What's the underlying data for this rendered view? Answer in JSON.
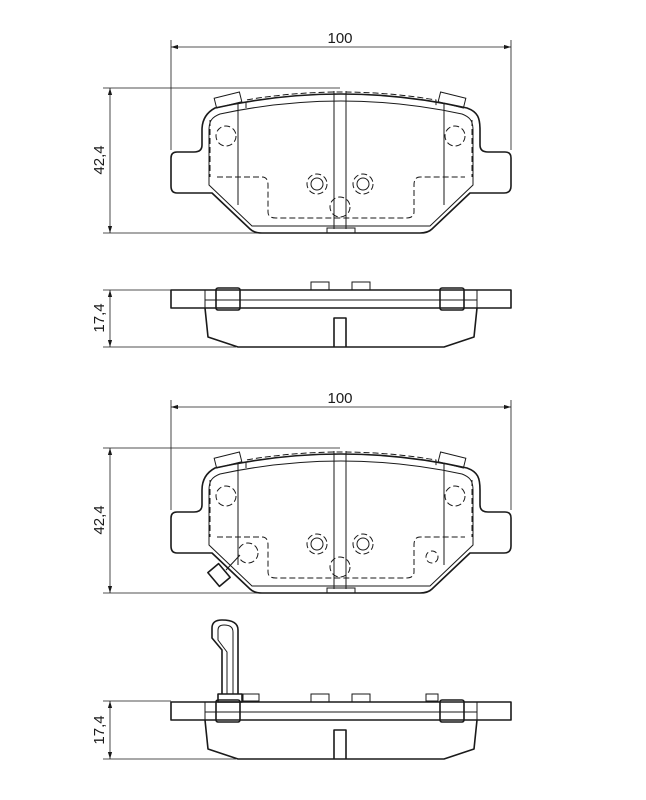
{
  "drawing": {
    "top_view": {
      "width_label": "100",
      "height_label": "42,4"
    },
    "top_side": {
      "thickness_label": "17,4"
    },
    "bottom_view": {
      "width_label": "100",
      "height_label": "42,4"
    },
    "bottom_side": {
      "thickness_label": "17,4"
    }
  }
}
